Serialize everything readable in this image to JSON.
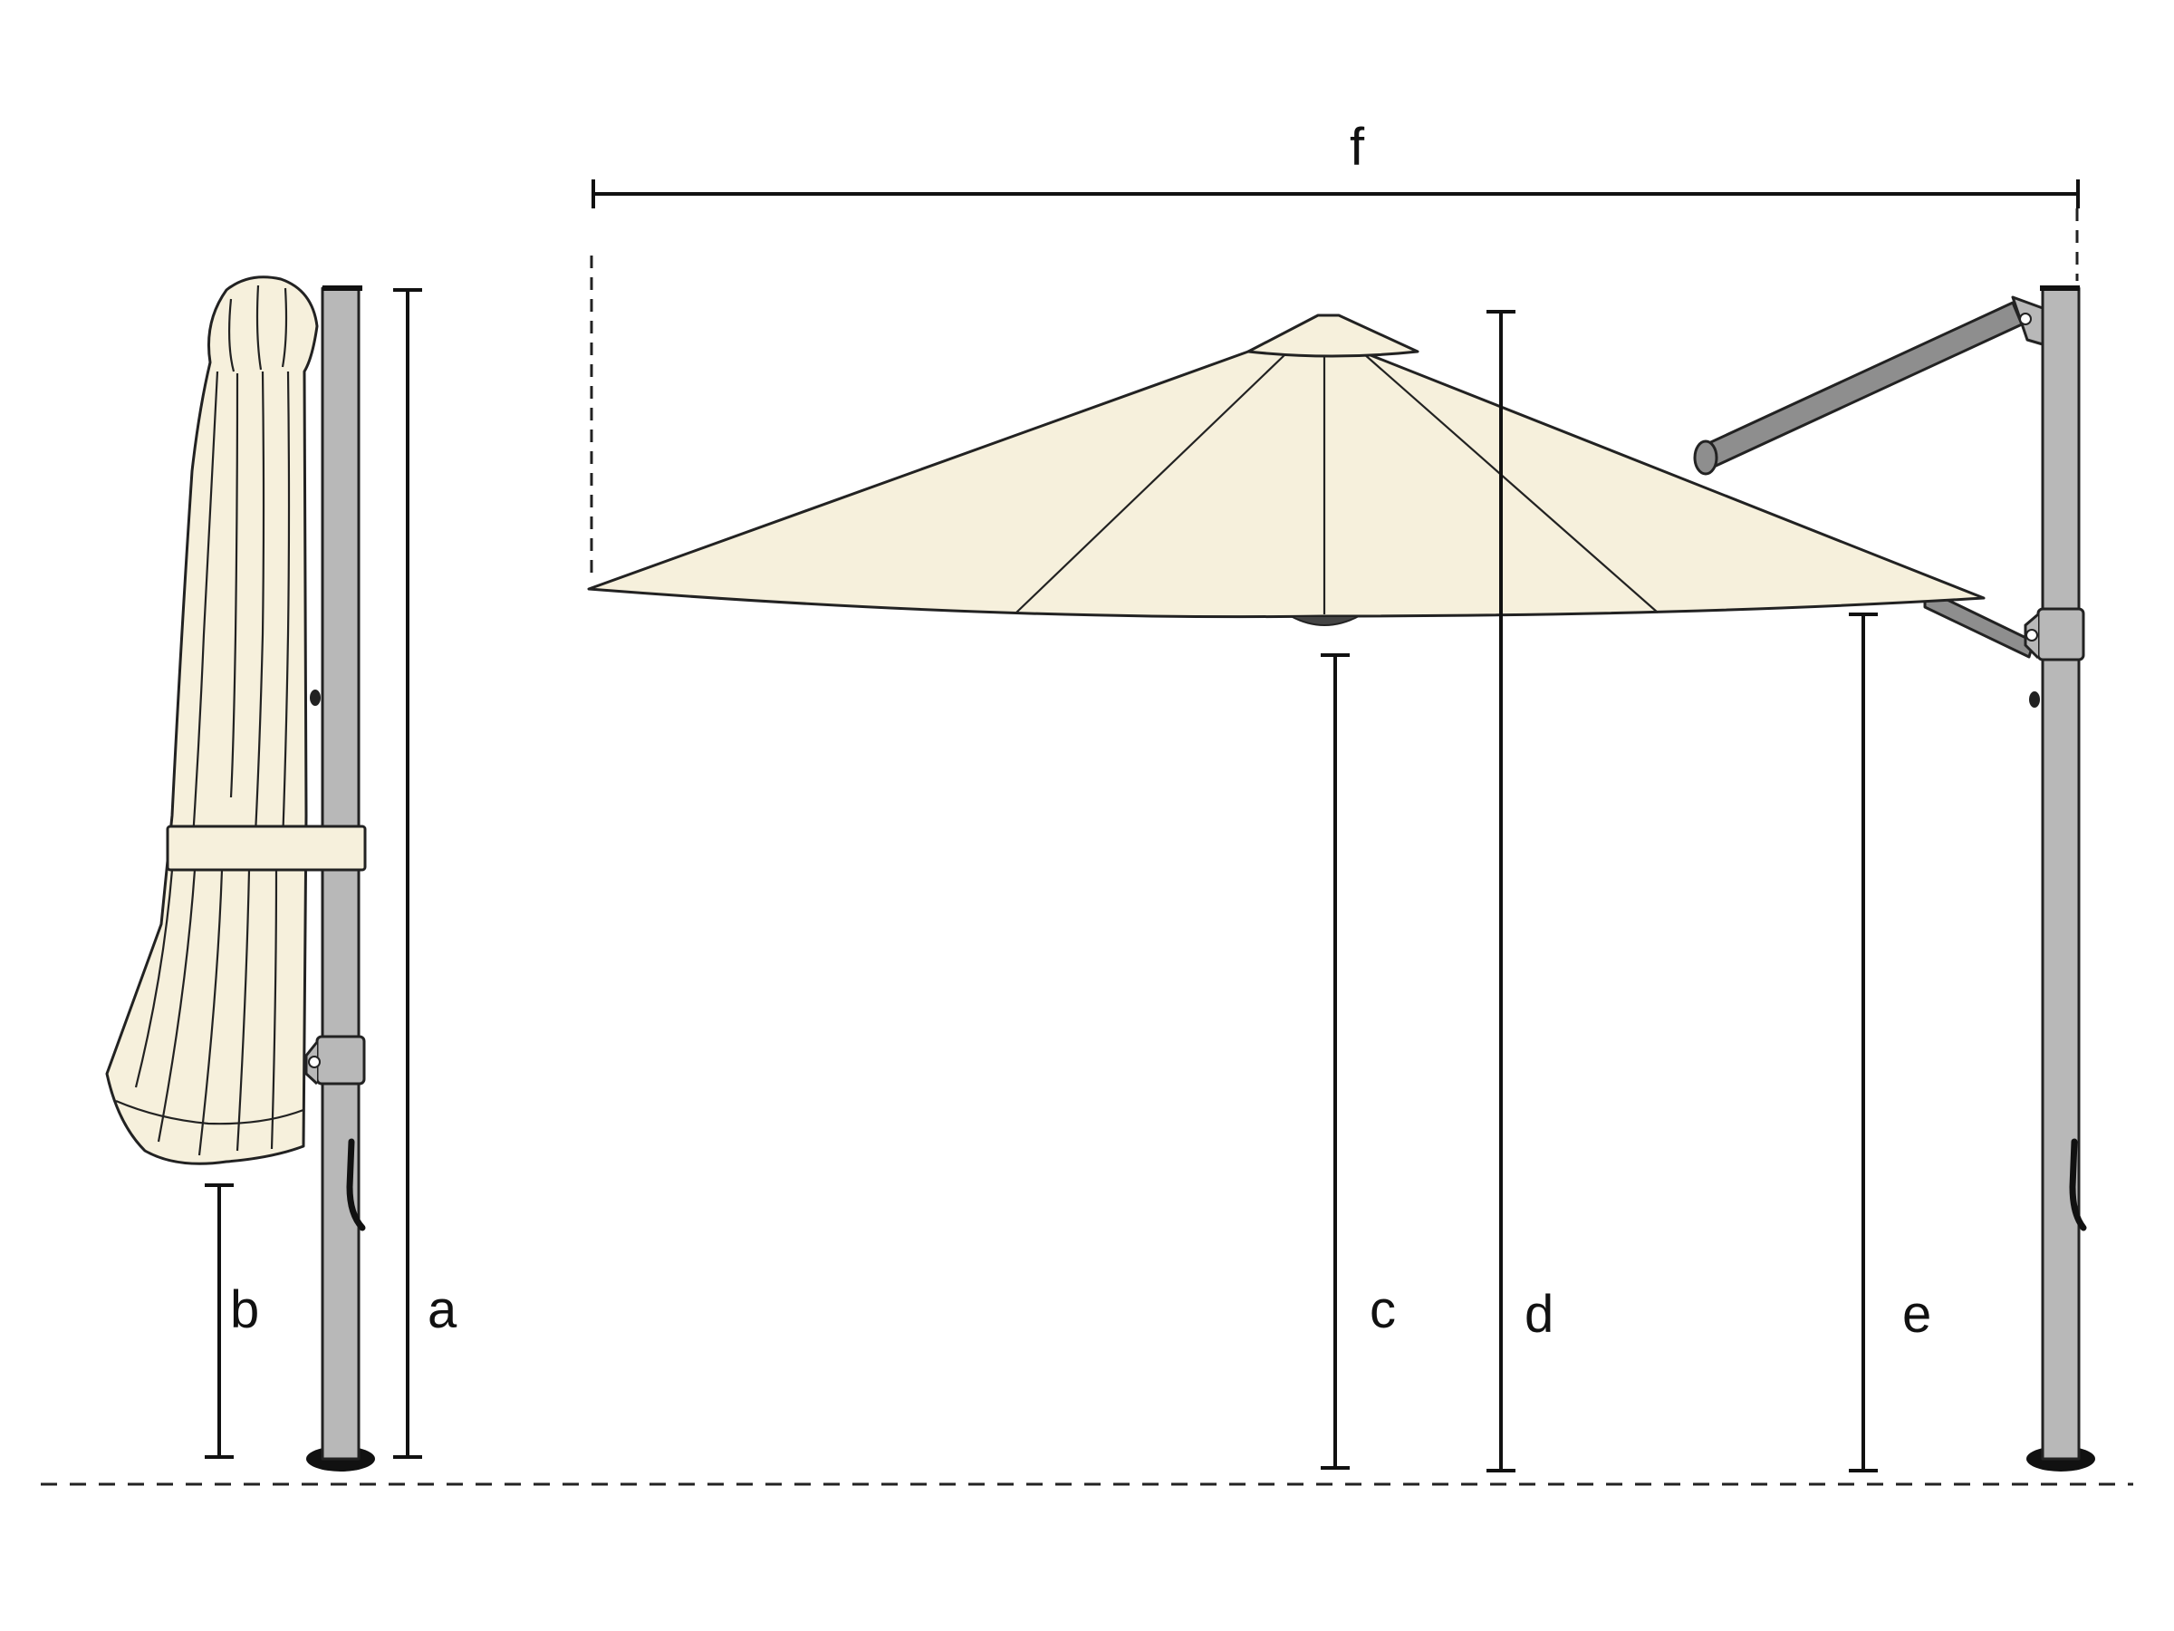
{
  "colors": {
    "canopy": "#f6f0dc",
    "pole": "#b8b8b8",
    "arm": "#8e8e8e",
    "outline": "#222222",
    "base": "#111111",
    "background": "#ffffff"
  },
  "dimension_labels": {
    "a": "a",
    "b": "b",
    "c": "c",
    "d": "d",
    "e": "e",
    "f": "f"
  }
}
